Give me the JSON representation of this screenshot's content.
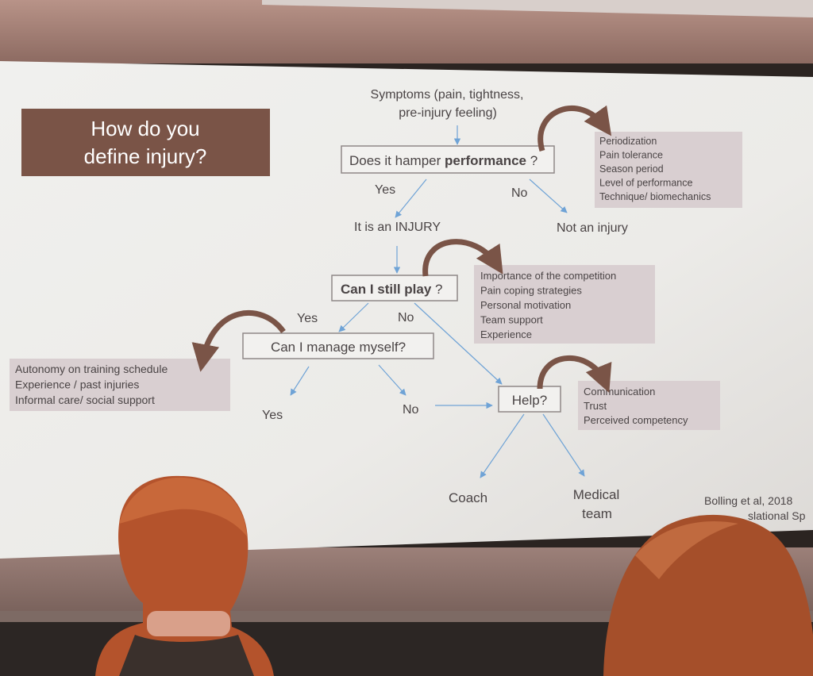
{
  "slide": {
    "title_line1": "How do you",
    "title_line2": "define injury?",
    "symptoms_line1": "Symptoms (pain, tightness,",
    "symptoms_line2": "pre-injury feeling)",
    "q1_prefix": "Does it hamper",
    "q1_bold": "performance",
    "q1_suffix": "?",
    "q1_yes": "Yes",
    "q1_no": "No",
    "injury": "It is an INJURY",
    "not_injury": "Not an injury",
    "q2_bold": "Can I still play",
    "q2_suffix": "?",
    "q2_yes": "Yes",
    "q2_no": "No",
    "q3": "Can I manage myself?",
    "q3_yes": "Yes",
    "q3_no": "No",
    "help": "Help?",
    "coach": "Coach",
    "medical_line1": "Medical",
    "medical_line2": "team",
    "citation_line1": "Bolling et al, 2018",
    "citation_line2": "slational Sp",
    "factors_performance": [
      "Periodization",
      "Pain tolerance",
      "Season period",
      "Level of performance",
      "Technique/ biomechanics"
    ],
    "factors_play": [
      "Importance of the competition",
      "Pain coping strategies",
      "Personal motivation",
      "Team support",
      "Experience"
    ],
    "factors_self": [
      "Autonomy on training schedule",
      "Experience / past injuries",
      "Informal care/ social support"
    ],
    "factors_help": [
      "Communication",
      "Trust",
      "Perceived competency"
    ]
  },
  "colors": {
    "slide_bg": "#ecebe8",
    "title_box": "#7a5447",
    "factor_box": "#d9cfd1",
    "curved_arrow": "#7a5447",
    "connector": "#6fa3d6",
    "frame": "#8f8887",
    "text": "#4a4445"
  }
}
